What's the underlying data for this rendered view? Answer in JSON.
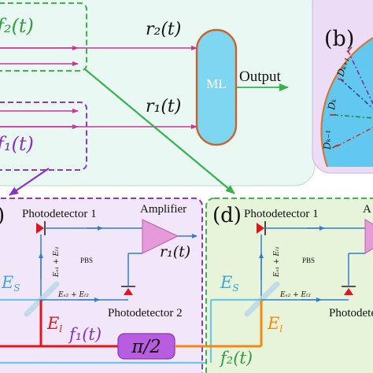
{
  "panel_a": {
    "signal_top": "f₂(t)",
    "signal_bottom": "f₁(t)",
    "r2": "r₂(t)",
    "r1": "r₁(t)",
    "ml": "ML",
    "output": "Output"
  },
  "panel_b": {
    "tag": "(b)",
    "d1": "Dₖ₊₁",
    "d2": "Dₖ",
    "d3": "Dₖ₋₁"
  },
  "panel_c": {
    "tag": ")",
    "pd1": "Photodetector 1",
    "pd2": "Photodetector 2",
    "amp": "Amplifier",
    "pbs": "PBS",
    "es": "E",
    "es_sub": "S",
    "el": "E",
    "el_sub": "l",
    "beam_v": "Eₛ₁ + Eₗ₁",
    "beam_h": "Eₛ₂ + Eₗ₂",
    "r1": "r₁(t)",
    "f1": "f₁(t)",
    "phase": "π/2"
  },
  "panel_d": {
    "tag": "(d)",
    "pd1": "Photodetector 1",
    "pd2": "Photodete",
    "amp": "A",
    "pbs": "PBS",
    "es": "E",
    "es_sub": "S",
    "el": "E",
    "el_sub": "l",
    "beam_v": "Eₛ₁ + Eₗ₁",
    "beam_h": "Eₛ₂ + Eₗ₂",
    "f2": "f₂(t)"
  },
  "colors": {
    "panel_a_bg": "#eaf8f3",
    "panel_b_bg": "#ecdcf5",
    "panel_c_bg": "#f2e7f8",
    "panel_d_bg": "#e8f4d9",
    "green_dash": "#3cb54a",
    "purple_dash": "#8a3ac8",
    "magenta": "#d0329a",
    "ml_fill": "#7fd6f0",
    "ml_stroke": "#c8632b",
    "phase_fill": "#b85ce0",
    "red": "#e0151e",
    "orange": "#f08a12",
    "light_blue": "#6cc6ea",
    "blue": "#2f7fd0",
    "pink": "#e59ad9"
  }
}
